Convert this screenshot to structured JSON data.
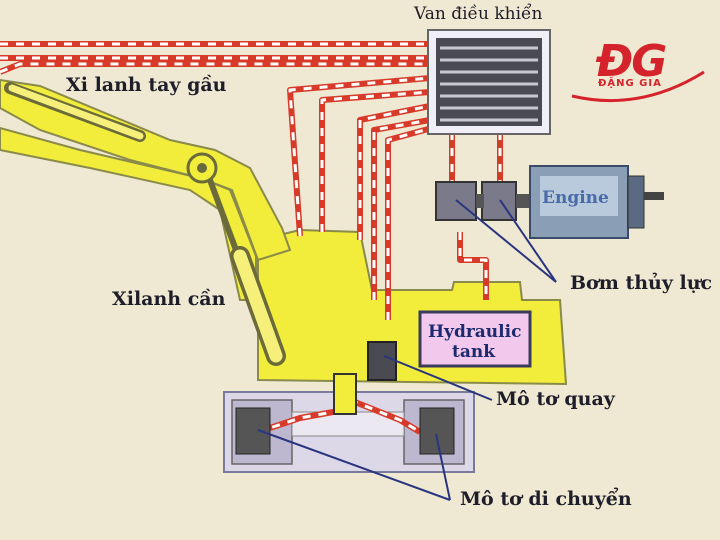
{
  "labels": {
    "control_valve": "Van điều khiển",
    "arm_cylinder": "Xi lanh tay gầu",
    "boom_cylinder": "Xilanh cần",
    "hydraulic_pump": "Bơm thủy lực",
    "swing_motor": "Mô tơ quay",
    "travel_motor": "Mô tơ di chuyển",
    "engine": "Engine",
    "tank_line1": "Hydraulic",
    "tank_line2": "tank"
  },
  "logo": {
    "mark": "ĐG",
    "name": "ĐẶNG GIA",
    "color": "#d4232a"
  },
  "colors": {
    "background": "#efe8d2",
    "machine_body": "#f2ec3a",
    "body_outline": "#6b6a3a",
    "pipe_red": "#d83a2a",
    "pipe_white": "#ffffff",
    "tank_fill": "#f2c8ec",
    "leader_line": "#2a3580",
    "engine_fill": "#8a9fb6"
  },
  "icons": [
    "engine-block-icon",
    "pump-icon",
    "motor-icon",
    "valve-block-icon"
  ]
}
